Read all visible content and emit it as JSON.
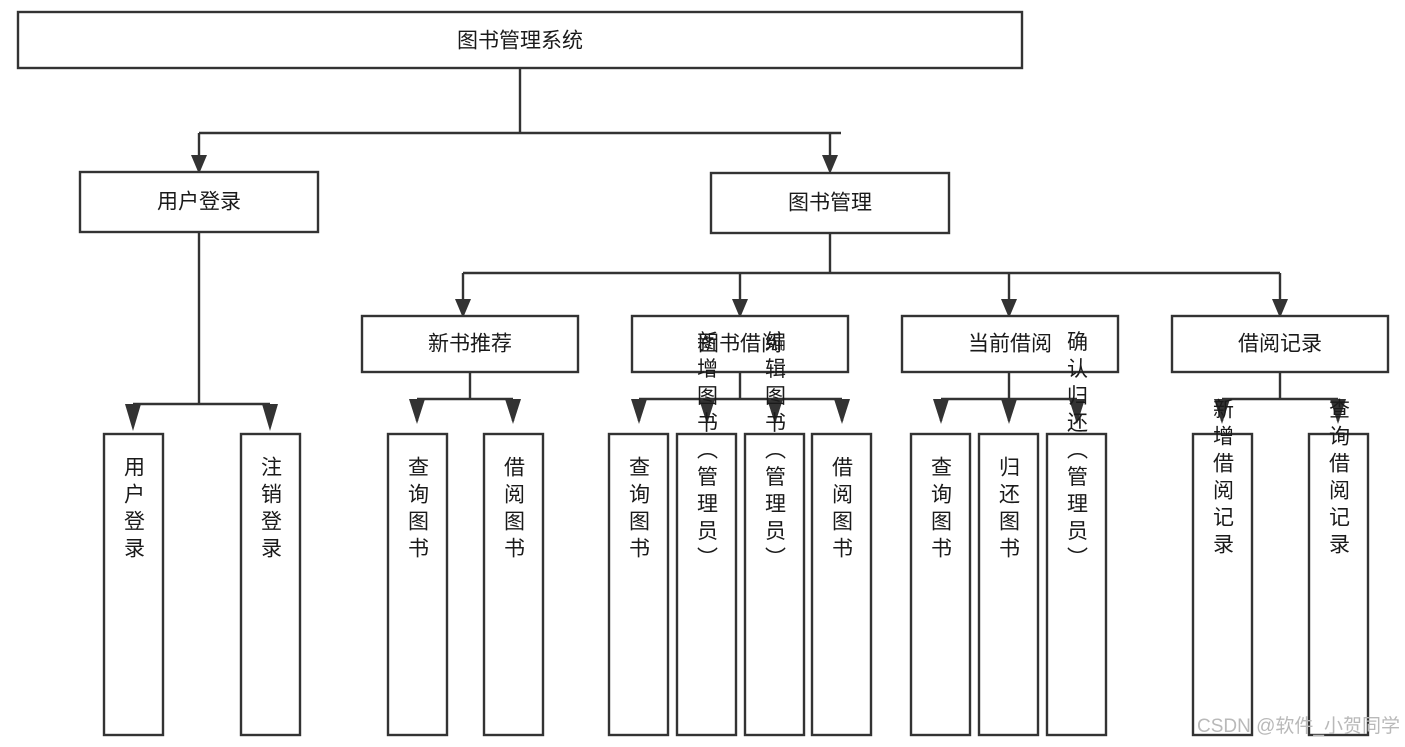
{
  "diagram": {
    "title": "图书管理系统",
    "type": "tree-hierarchy",
    "root": {
      "id": "root",
      "label": "图书管理系统",
      "orientation": "horizontal"
    },
    "level2": [
      {
        "id": "user-login",
        "label": "用户登录",
        "orientation": "horizontal"
      },
      {
        "id": "book-manage",
        "label": "图书管理",
        "orientation": "horizontal"
      }
    ],
    "level3": [
      {
        "id": "new-book-rec",
        "label": "新书推荐",
        "orientation": "horizontal",
        "parent": "book-manage"
      },
      {
        "id": "book-borrow",
        "label": "图书借阅",
        "orientation": "horizontal",
        "parent": "book-manage"
      },
      {
        "id": "current-borrow",
        "label": "当前借阅",
        "orientation": "horizontal",
        "parent": "book-manage"
      },
      {
        "id": "borrow-record",
        "label": "借阅记录",
        "orientation": "horizontal",
        "parent": "book-manage"
      }
    ],
    "leaves": [
      {
        "id": "leaf-user-login",
        "label": "用户登录",
        "orientation": "vertical",
        "parent": "user-login"
      },
      {
        "id": "leaf-user-logout",
        "label": "注销登录",
        "orientation": "vertical",
        "parent": "user-login"
      },
      {
        "id": "leaf-query-book-1",
        "label": "查询图书",
        "orientation": "vertical",
        "parent": "new-book-rec"
      },
      {
        "id": "leaf-borrow-book-1",
        "label": "借阅图书",
        "orientation": "vertical",
        "parent": "new-book-rec"
      },
      {
        "id": "leaf-query-book-2",
        "label": "查询图书",
        "orientation": "vertical",
        "parent": "book-borrow"
      },
      {
        "id": "leaf-add-book",
        "label": "新增图书（管理员）",
        "orientation": "vertical",
        "parent": "book-borrow"
      },
      {
        "id": "leaf-edit-book",
        "label": "编辑图书（管理员）",
        "orientation": "vertical",
        "parent": "book-borrow"
      },
      {
        "id": "leaf-borrow-book-2",
        "label": "借阅图书",
        "orientation": "vertical",
        "parent": "book-borrow"
      },
      {
        "id": "leaf-query-book-3",
        "label": "查询图书",
        "orientation": "vertical",
        "parent": "current-borrow"
      },
      {
        "id": "leaf-return-book",
        "label": "归还图书",
        "orientation": "vertical",
        "parent": "current-borrow"
      },
      {
        "id": "leaf-confirm-return",
        "label": "确认归还（管理员）",
        "orientation": "vertical",
        "parent": "current-borrow"
      },
      {
        "id": "leaf-add-record",
        "label": "新增借阅记录",
        "orientation": "vertical",
        "parent": "borrow-record"
      },
      {
        "id": "leaf-query-record",
        "label": "查询借阅记录",
        "orientation": "vertical",
        "parent": "borrow-record"
      }
    ],
    "watermark": "CSDN @软件_小贺同学",
    "colors": {
      "stroke": "#333333",
      "fill": "#ffffff",
      "text": "#1a1a1a",
      "watermark": "#b9b9b9",
      "background": "#ffffff"
    }
  }
}
